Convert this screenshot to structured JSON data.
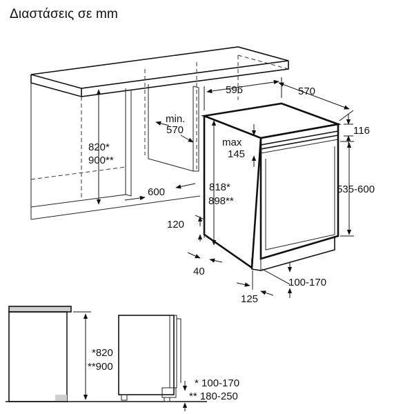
{
  "title": "Διαστάσεις σε mm",
  "labels": {
    "w596": "596",
    "d570": "570",
    "d116": "116",
    "min_line1": "min.",
    "min_line2": "570",
    "max_line1": "max",
    "max_line2": "145",
    "h820": "820*",
    "h900": "900**",
    "h818": "818*",
    "h898": "898**",
    "h535": "535-600",
    "w600": "600",
    "h120": "120",
    "w40": "40",
    "h100_170": "100-170",
    "w125": "125",
    "s820": "*820",
    "s900": "**900",
    "s100_170": "* 100-170",
    "s180_250": "** 180-250"
  }
}
